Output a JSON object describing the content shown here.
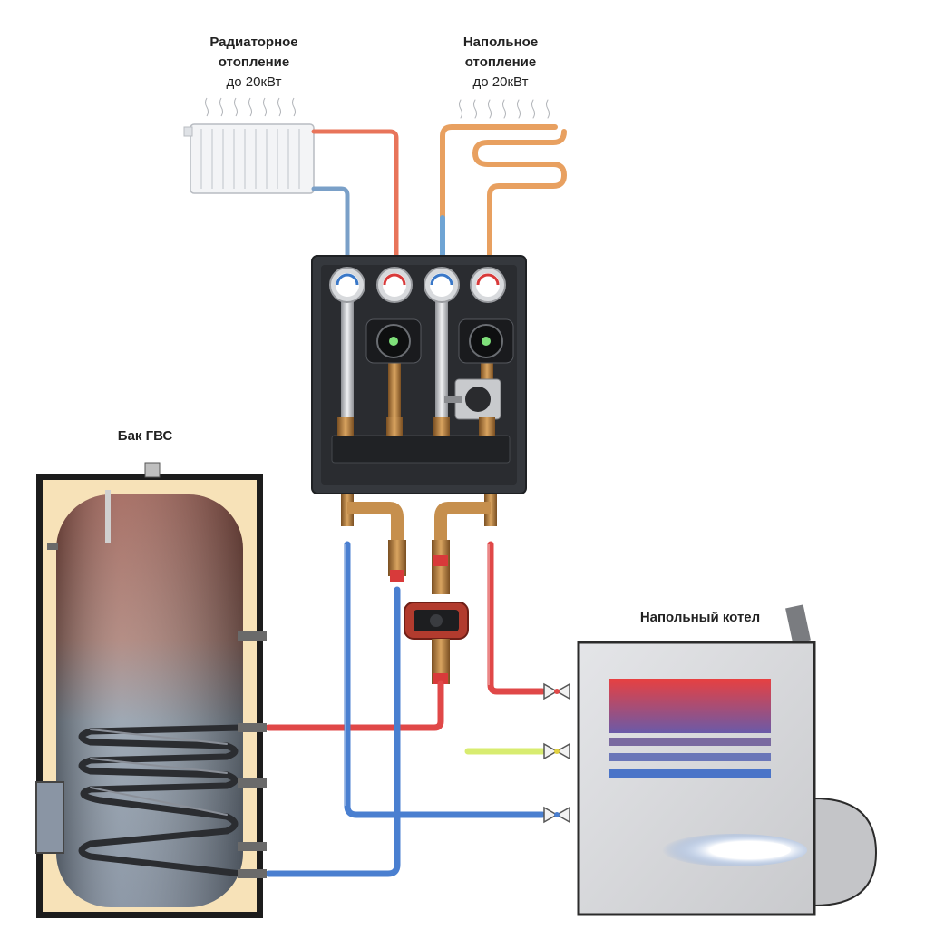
{
  "labels": {
    "radiator": {
      "line1": "Радиаторное",
      "line2": "отопление",
      "line3": "до 20кВт"
    },
    "floor": {
      "line1": "Напольное",
      "line2": "отопление",
      "line3": "до 20кВт"
    },
    "tank": "Бак ГВС",
    "boiler": "Напольный котел"
  },
  "colors": {
    "supply": "#e04848",
    "return": "#4a7fd0",
    "warm": "#e8a060",
    "cold_line": "#d8ec70",
    "module_body": "#3a3d42",
    "tank_jacket": "#f7e2b8",
    "boiler_body": "#d8d9dc"
  }
}
